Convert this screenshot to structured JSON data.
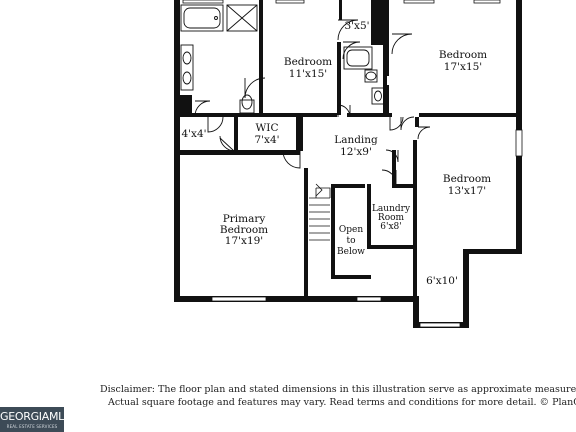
{
  "rooms": {
    "bedroom_mid": {
      "name": "Bedroom",
      "size": "11'x15'"
    },
    "bedroom_right": {
      "name": "Bedroom",
      "size": "17'x15'"
    },
    "bedroom_east": {
      "name": "Bedroom",
      "size": "13'x17'"
    },
    "closet_top": {
      "size": "3'x5'"
    },
    "wic": {
      "name": "WIC",
      "size": "7'x4'"
    },
    "closet_small": {
      "size": "4'x4'"
    },
    "landing": {
      "name": "Landing",
      "size": "12'x9'"
    },
    "primary": {
      "line1": "Primary",
      "line2": "Bedroom",
      "size": "17'x19'"
    },
    "open_below": {
      "line1": "Open",
      "line2": "to",
      "line3": "Below"
    },
    "laundry": {
      "line1": "Laundry",
      "line2": "Room",
      "size": "6'x8'"
    },
    "bump_out": {
      "size": "6'x10'"
    }
  },
  "disclaimer": {
    "line1": "Disclaimer: The floor plan and stated dimensions in this illustration serve as approximate measuremen",
    "line2": "Actual square footage and features may vary. Read terms and conditions for more detail. © PlanOma"
  },
  "logo": {
    "main": "GEORGIAMLS",
    "sub": "REAL ESTATE SERVICES"
  }
}
